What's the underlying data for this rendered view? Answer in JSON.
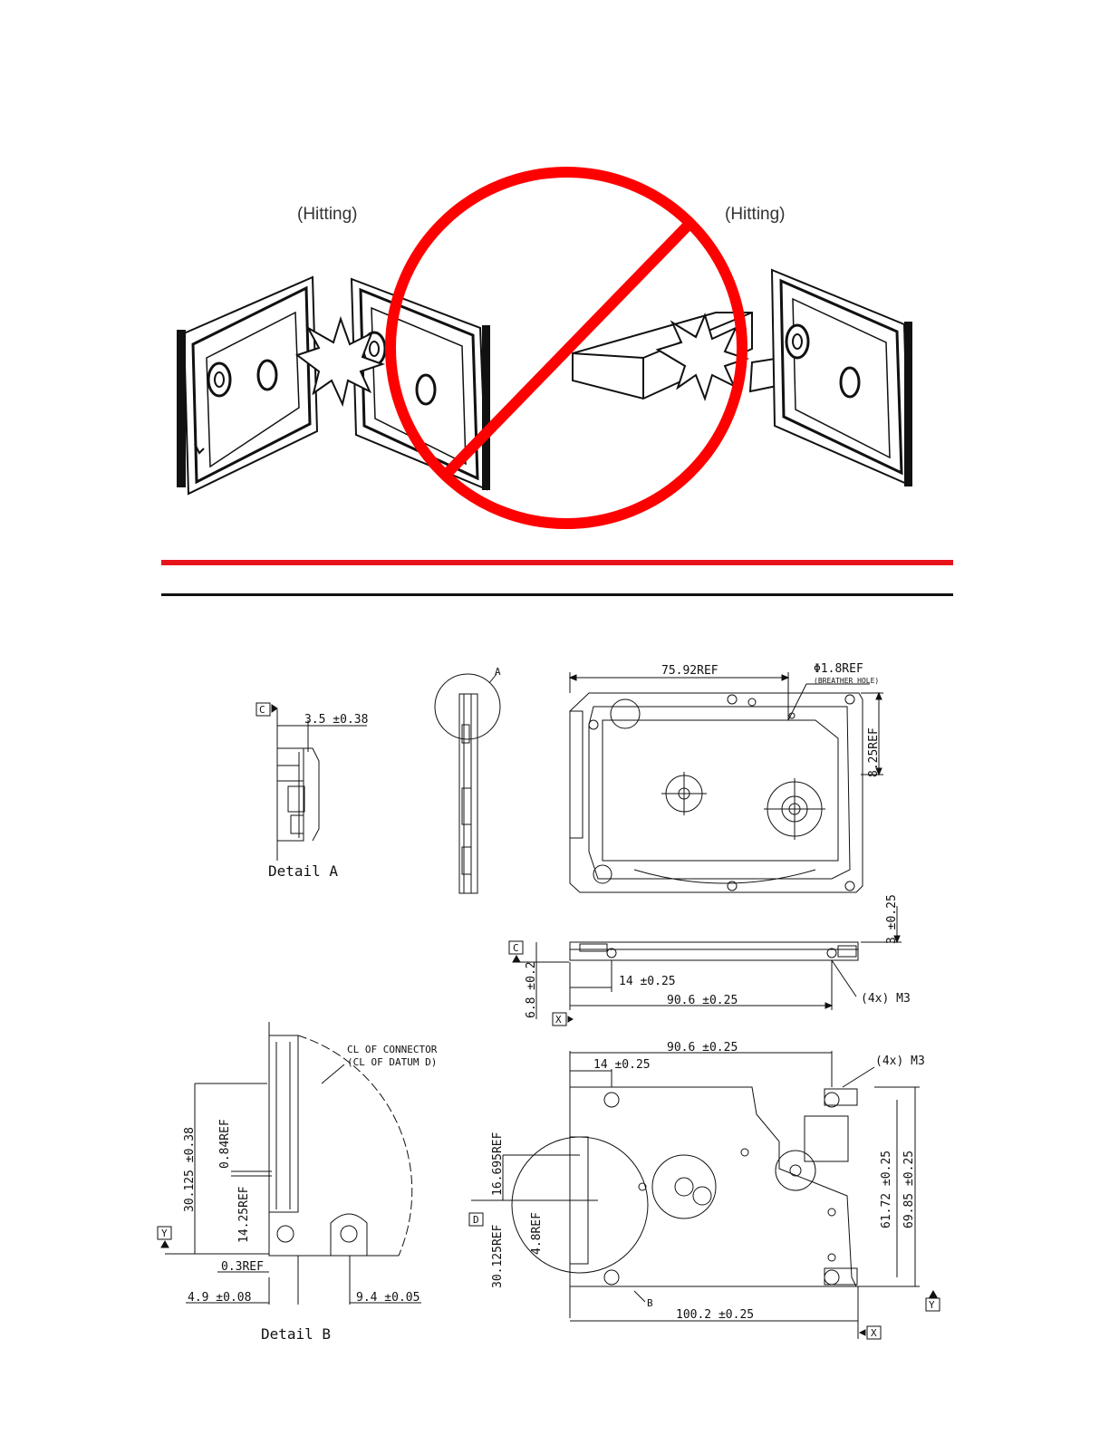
{
  "top_figure": {
    "left_label": "(Hitting)",
    "right_label": "(Hitting)",
    "prohibition_color": "#ff0000"
  },
  "dividers": {
    "red_rule_color": "#e8141c",
    "black_rule_color": "#111111"
  },
  "drawing": {
    "detail_a": {
      "title": "Detail A",
      "datum_c": "C",
      "dim_thickness": "3.5 ±0.38"
    },
    "side_view": {
      "callout_a": "A"
    },
    "top_view": {
      "dim_75": "75.92REF",
      "breather_dim": "Φ1.8REF",
      "breather_note": "(BREATHER HOLE)",
      "dim_8_25": "8.25REF"
    },
    "edge_view": {
      "datum_c": "C",
      "datum_x": "X",
      "dim_3": "3 ±0.25",
      "dim_6_8": "6.8 ±0.2",
      "dim_14": "14 ±0.25",
      "dim_90_6": "90.6 ±0.25",
      "screw_note": "(4x) M3"
    },
    "detail_b": {
      "title": "Detail B",
      "cl_connector": "CL OF CONNECTOR",
      "cl_datum": "(CL OF DATUM D)",
      "dim_30_125": "30.125 ±0.38",
      "dim_0_84": "0.84REF",
      "dim_14_25": "14.25REF",
      "dim_0_3": "0.3REF",
      "dim_4_9": "4.9 ±0.08",
      "dim_9_4": "9.4 ±0.05",
      "datum_y": "Y"
    },
    "bottom_view": {
      "dim_90_6": "90.6 ±0.25",
      "dim_14": "14 ±0.25",
      "screw_note": "(4x) M3",
      "dim_16_695": "16.695REF",
      "dim_4_8": "4.8REF",
      "dim_30_125": "30.125REF",
      "datum_d": "D",
      "callout_b": "B",
      "dim_61_72": "61.72 ±0.25",
      "dim_69_85": "69.85 ±0.25",
      "dim_100_2": "100.2 ±0.25",
      "datum_y": "Y",
      "datum_x": "X"
    }
  }
}
